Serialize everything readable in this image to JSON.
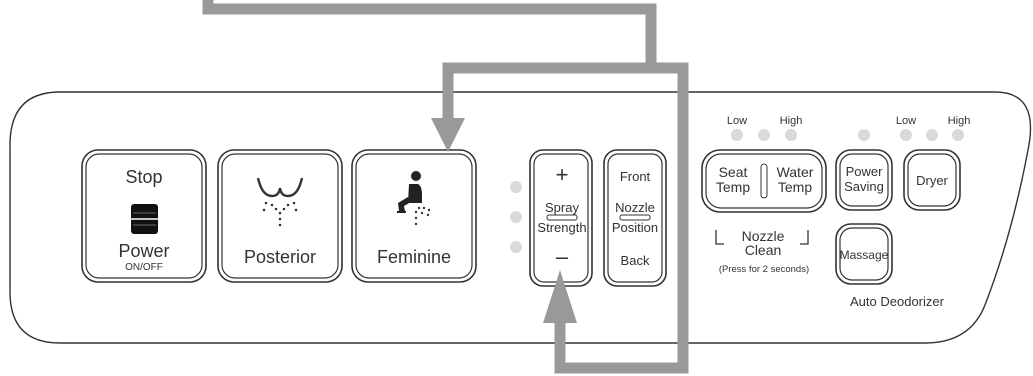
{
  "panel": {
    "stop_label": "Stop",
    "power_label": "Power",
    "power_sub_label": "ON/OFF",
    "posterior_label": "Posterior",
    "feminine_label": "Feminine",
    "spray_plus": "+",
    "spray_minus": "–",
    "spray_label_1": "Spray",
    "spray_label_2": "Strength",
    "nozzle_front": "Front",
    "nozzle_label_1": "Nozzle",
    "nozzle_label_2": "Position",
    "nozzle_back": "Back",
    "seat_low": "Low",
    "seat_high": "High",
    "seat_temp_1": "Seat",
    "seat_temp_2": "Temp",
    "water_temp_1": "Water",
    "water_temp_2": "Temp",
    "nozzle_clean_1": "Nozzle",
    "nozzle_clean_2": "Clean",
    "nozzle_clean_note": "(Press for 2 seconds)",
    "power_saving_1": "Power",
    "power_saving_2": "Saving",
    "dryer_low": "Low",
    "dryer_high": "High",
    "dryer_label": "Dryer",
    "massage_label": "Massage",
    "auto_deodorizer": "Auto Deodorizer"
  },
  "colors": {
    "arrow": "#999999",
    "led": "#d9d9d9",
    "outline": "#333333"
  }
}
